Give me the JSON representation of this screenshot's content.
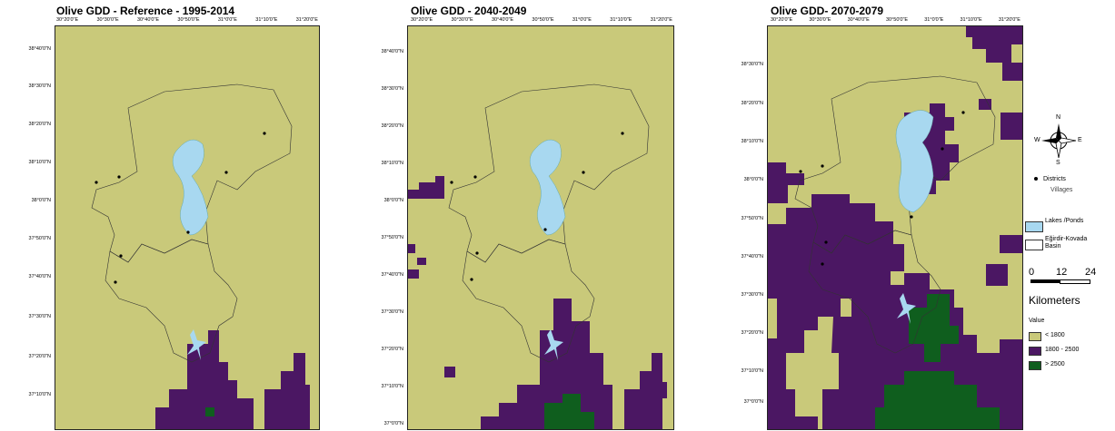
{
  "colors": {
    "low": "#c9c97a",
    "mid": "#4b1763",
    "high": "#0f5e1e",
    "lake": "#a8d8f0",
    "boundary": "#333333"
  },
  "lon_ticks": [
    "30°20'0\"E",
    "30°30'0\"E",
    "30°40'0\"E",
    "30°50'0\"E",
    "31°0'0\"E",
    "31°10'0\"E",
    "31°20'0\"E"
  ],
  "panels": [
    {
      "title": "Olive GDD - Reference - 1995-2014",
      "lat_ticks": [
        "38°40'0\"N",
        "38°30'0\"N",
        "38°20'0\"N",
        "38°10'0\"N",
        "38°0'0\"N",
        "37°50'0\"N",
        "37°40'0\"N",
        "37°30'0\"N",
        "37°20'0\"N",
        "37°10'0\"N"
      ]
    },
    {
      "title": "Olive GDD - 2040-2049",
      "lat_ticks": [
        "38°40'0\"N",
        "38°30'0\"N",
        "38°20'0\"N",
        "38°10'0\"N",
        "38°0'0\"N",
        "37°50'0\"N",
        "37°40'0\"N",
        "37°30'0\"N",
        "37°20'0\"N",
        "37°10'0\"N",
        "37°0'0\"N"
      ]
    },
    {
      "title": "Olive GDD- 2070-2079",
      "lat_ticks": [
        "38°30'0\"N",
        "38°20'0\"N",
        "38°10'0\"N",
        "38°0'0\"N",
        "37°50'0\"N",
        "37°40'0\"N",
        "37°30'0\"N",
        "37°20'0\"N",
        "37°10'0\"N",
        "37°0'0\"N"
      ]
    }
  ],
  "legend": {
    "north_n": "N",
    "north_s": "S",
    "north_e": "E",
    "north_w": "W",
    "districts": "Districts",
    "villages": "Villages",
    "lakes": "Lakes /Ponds",
    "boundary": "Eğirdir-Kovada Basin",
    "scale_0": "0",
    "scale_12": "12",
    "scale_24": "24",
    "scale_unit": "Kilometers",
    "value_title": "Value",
    "class_low": "< 1800",
    "class_mid": "1800 - 2500",
    "class_high": "> 2500"
  }
}
